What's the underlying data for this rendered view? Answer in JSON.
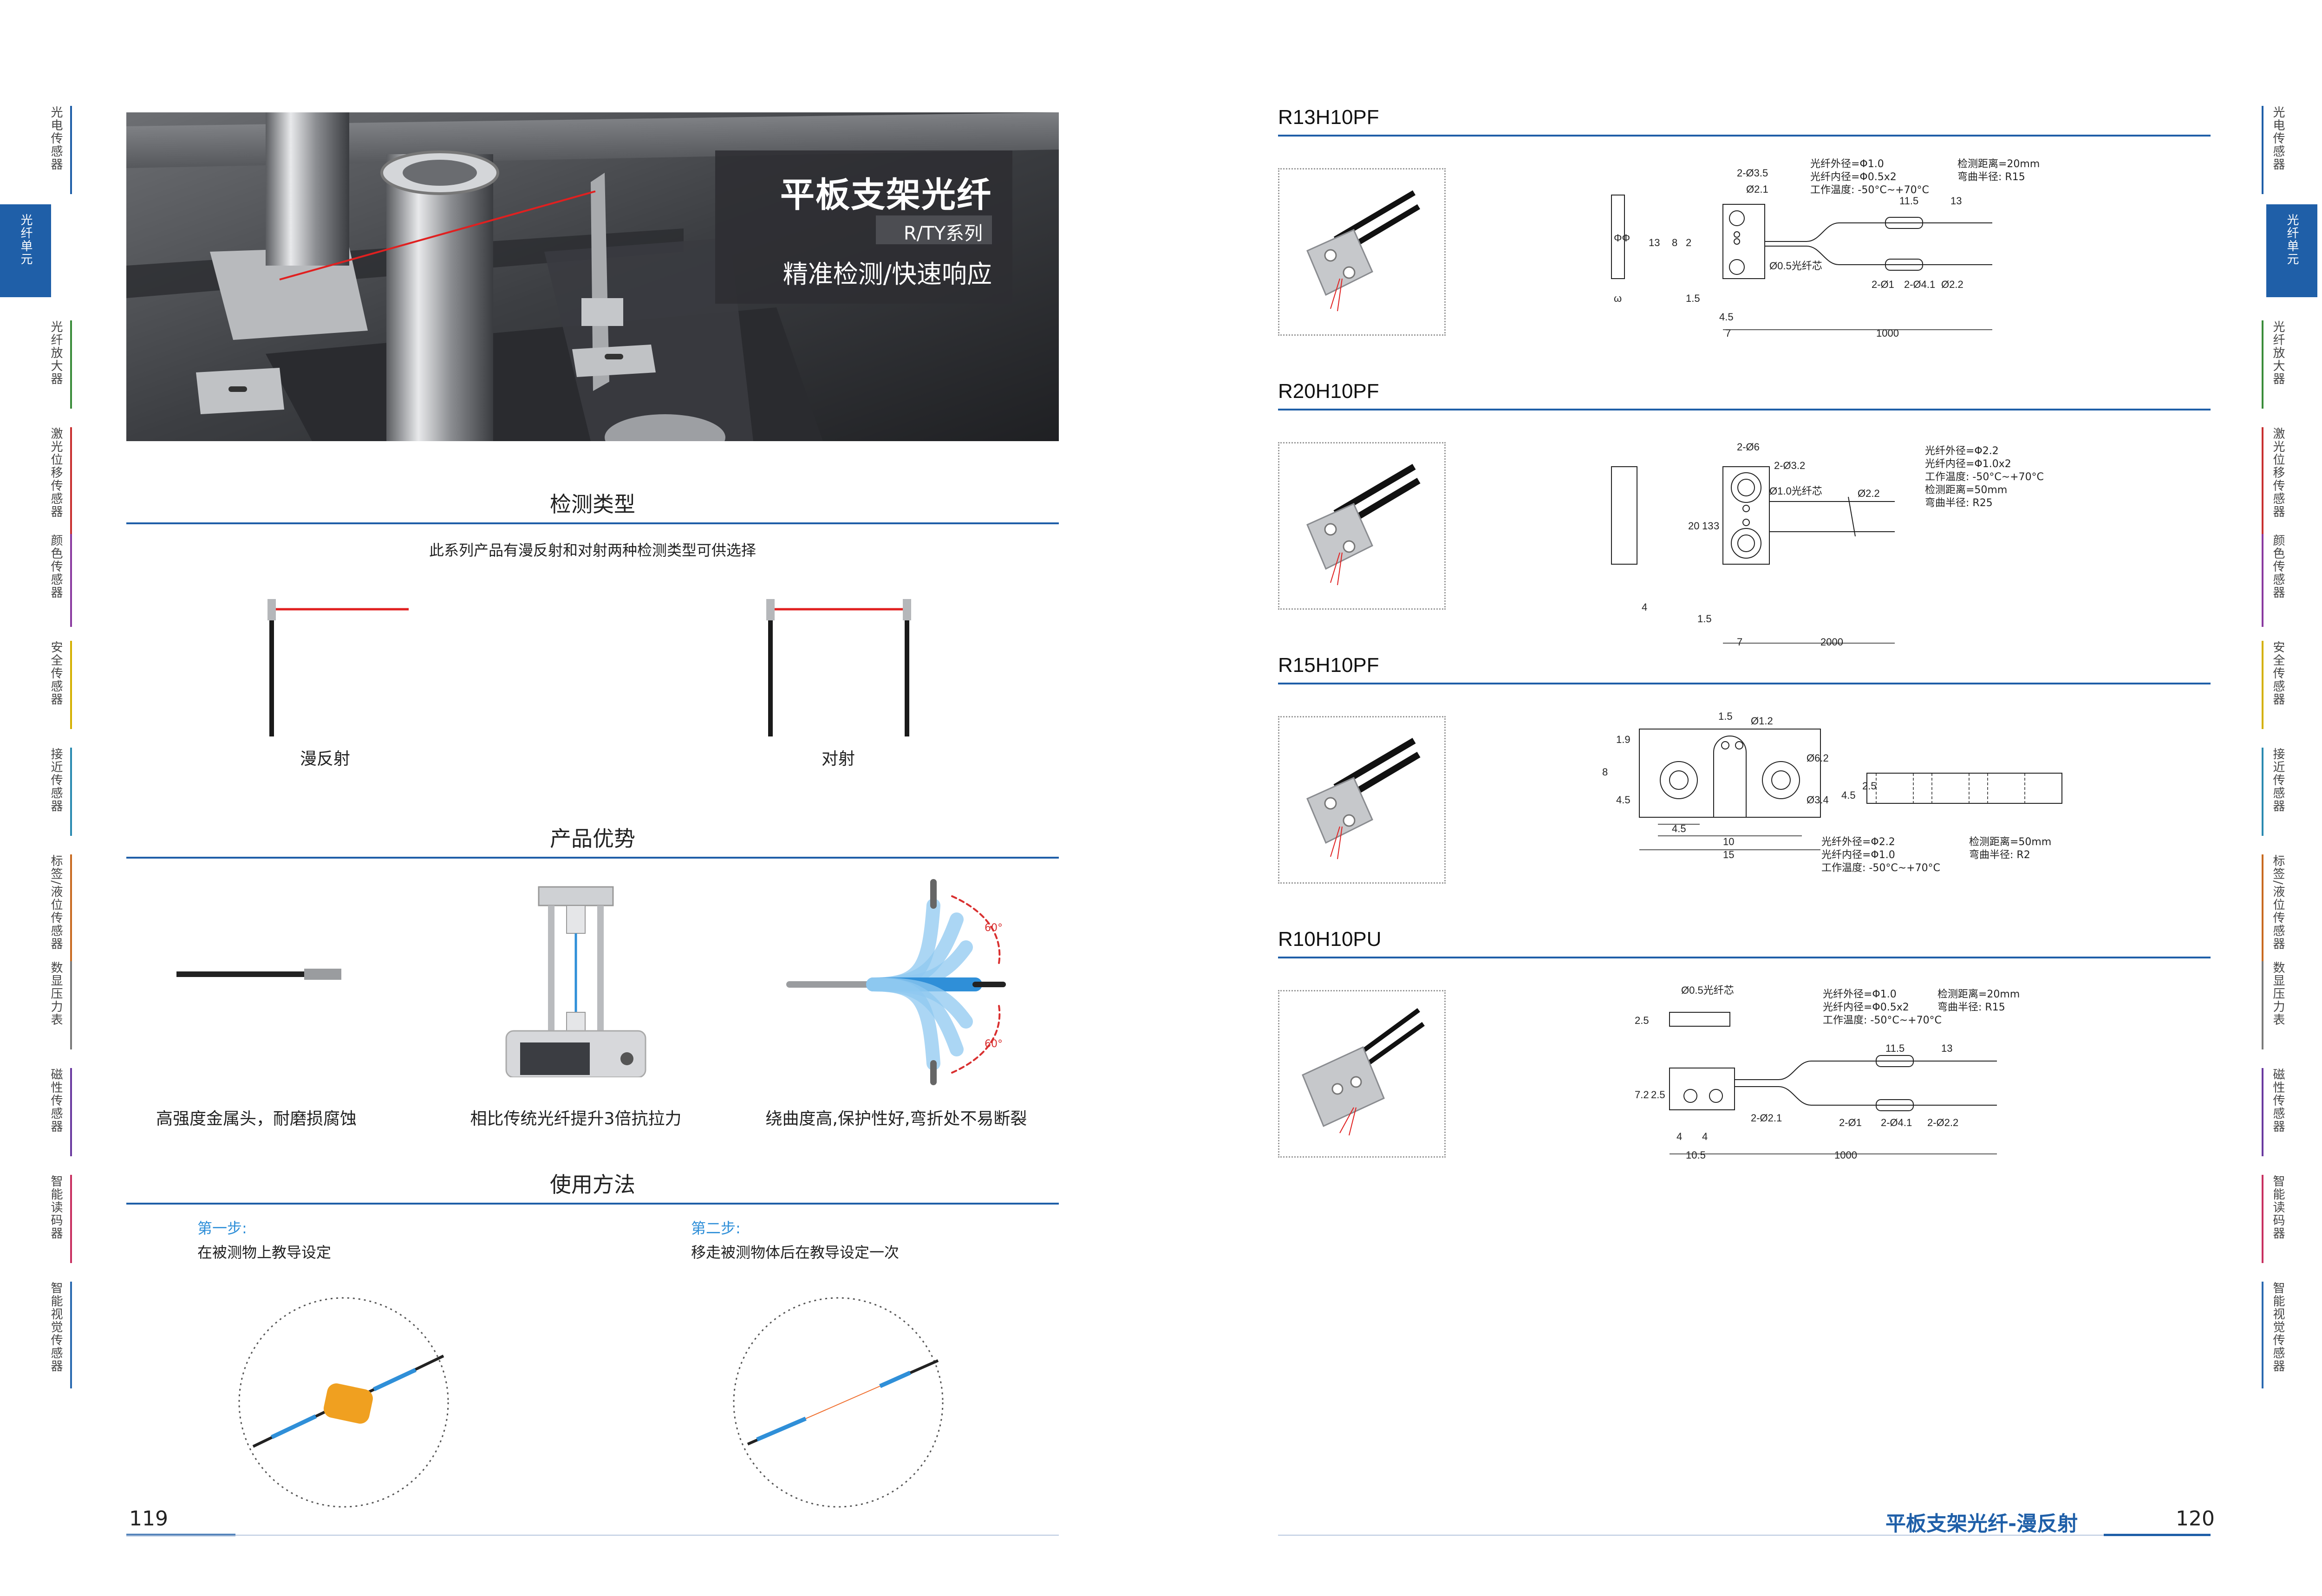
{
  "left_tabs": [
    {
      "label": "光电传感器",
      "color": "#1f5fa8",
      "active": false
    },
    {
      "label": "光纤单元",
      "color": "#1f5fa8",
      "active": true
    },
    {
      "label": "光纤放大器",
      "color": "#3a8c3a",
      "active": false
    },
    {
      "label": "激光位移传感器",
      "color": "#c83030",
      "active": false
    },
    {
      "label": "颜色传感器",
      "color": "#8a3aa0",
      "active": false
    },
    {
      "label": "安全传感器",
      "color": "#d4b000",
      "active": false
    },
    {
      "label": "接近传感器",
      "color": "#2a8ab0",
      "active": false
    },
    {
      "label": "标签/液位传感器",
      "color": "#c86a20",
      "active": false
    },
    {
      "label": "数显压力表",
      "color": "#7a7a7a",
      "active": false
    },
    {
      "label": "磁性传感器",
      "color": "#6a3aa0",
      "active": false
    },
    {
      "label": "智能读码器",
      "color": "#c83060",
      "active": false
    },
    {
      "label": "智能视觉传感器",
      "color": "#2a6ab0",
      "active": false
    }
  ],
  "hero": {
    "title": "平板支架光纤",
    "series": "R/TY系列",
    "slogan": "精准检测/快速响应"
  },
  "sections": {
    "detect_type": "检测类型",
    "detect_desc": "此系列产品有漫反射和对射两种检测类型可供选择",
    "diffuse": "漫反射",
    "through": "对射",
    "advantages": "产品优势",
    "adv1": "高强度金属头，耐磨损腐蚀",
    "adv2": "相比传统光纤提升3倍抗拉力",
    "adv3": "绕曲度高,保护性好,弯折处不易断裂",
    "angle": "60°",
    "usage": "使用方法",
    "step1_title": "第一步:",
    "step1_desc": "在被测物上教导设定",
    "step2_title": "第二步:",
    "step2_desc": "移走被测物体后在教导设定一次"
  },
  "footer": {
    "left_page": "119",
    "right_page": "120",
    "right_title": "平板支架光纤-漫反射"
  },
  "products": [
    {
      "model": "R13H10PF",
      "specs_left": "光纤外径=Φ1.0\n光纤内径=Φ0.5x2\n工作温度: -50°C~+70°C",
      "specs_right": "检测距离=20mm\n弯曲半径: R15",
      "dims": {
        "a": "2-Ø3.5",
        "b": "Ø2.1",
        "c": "Ø0.5光纤芯",
        "d": "2-Ø1",
        "e": "2-Ø4.1",
        "f": "Ø2.2",
        "g": "1.5",
        "h": "4.5",
        "i": "7",
        "j": "1000",
        "k": "13",
        "l": "8",
        "m": "2",
        "n": "11.5",
        "o": "13",
        "p": "ΦΦ",
        "q": "ω"
      }
    },
    {
      "model": "R20H10PF",
      "specs_left": "光纤外径=Φ2.2\n光纤内径=Φ1.0x2\n工作温度: -50°C~+70°C\n检测距离=50mm\n弯曲半径: R25",
      "dims": {
        "a": "2-Ø6",
        "b": "2-Ø3.2",
        "c": "Ø1.0光纤芯",
        "d": "Ø2.2",
        "e": "20",
        "f": "13",
        "g": "3",
        "h": "1.5",
        "i": "7",
        "j": "2000",
        "k": "4"
      }
    },
    {
      "model": "R15H10PF",
      "specs_left": "光纤外径=Φ2.2\n光纤内径=Φ1.0\n工作温度: -50°C~+70°C",
      "specs_right": "检测距离=50mm\n弯曲半径: R2",
      "dims": {
        "a": "1.5",
        "b": "Ø1.2",
        "c": "1.9",
        "d": "8",
        "e": "4.5",
        "f": "Ø6.2",
        "g": "Ø3.4",
        "h": "4.5",
        "i": "10",
        "j": "15",
        "k": "2.5",
        "l": "4.5"
      }
    },
    {
      "model": "R10H10PU",
      "specs_left": "光纤外径=Φ1.0\n光纤内径=Φ0.5x2\n工作温度: -50°C~+70°C",
      "specs_right": "检测距离=20mm\n弯曲半径: R15",
      "dims": {
        "a": "Ø0.5光纤芯",
        "b": "2.5",
        "c": "7.2",
        "d": "2.5",
        "e": "2-Ø2.1",
        "f": "2-Ø1",
        "g": "2-Ø4.1",
        "h": "2-Ø2.2",
        "i": "4",
        "j": "4",
        "k": "10.5",
        "l": "1000",
        "m": "11.5",
        "n": "13"
      }
    }
  ]
}
